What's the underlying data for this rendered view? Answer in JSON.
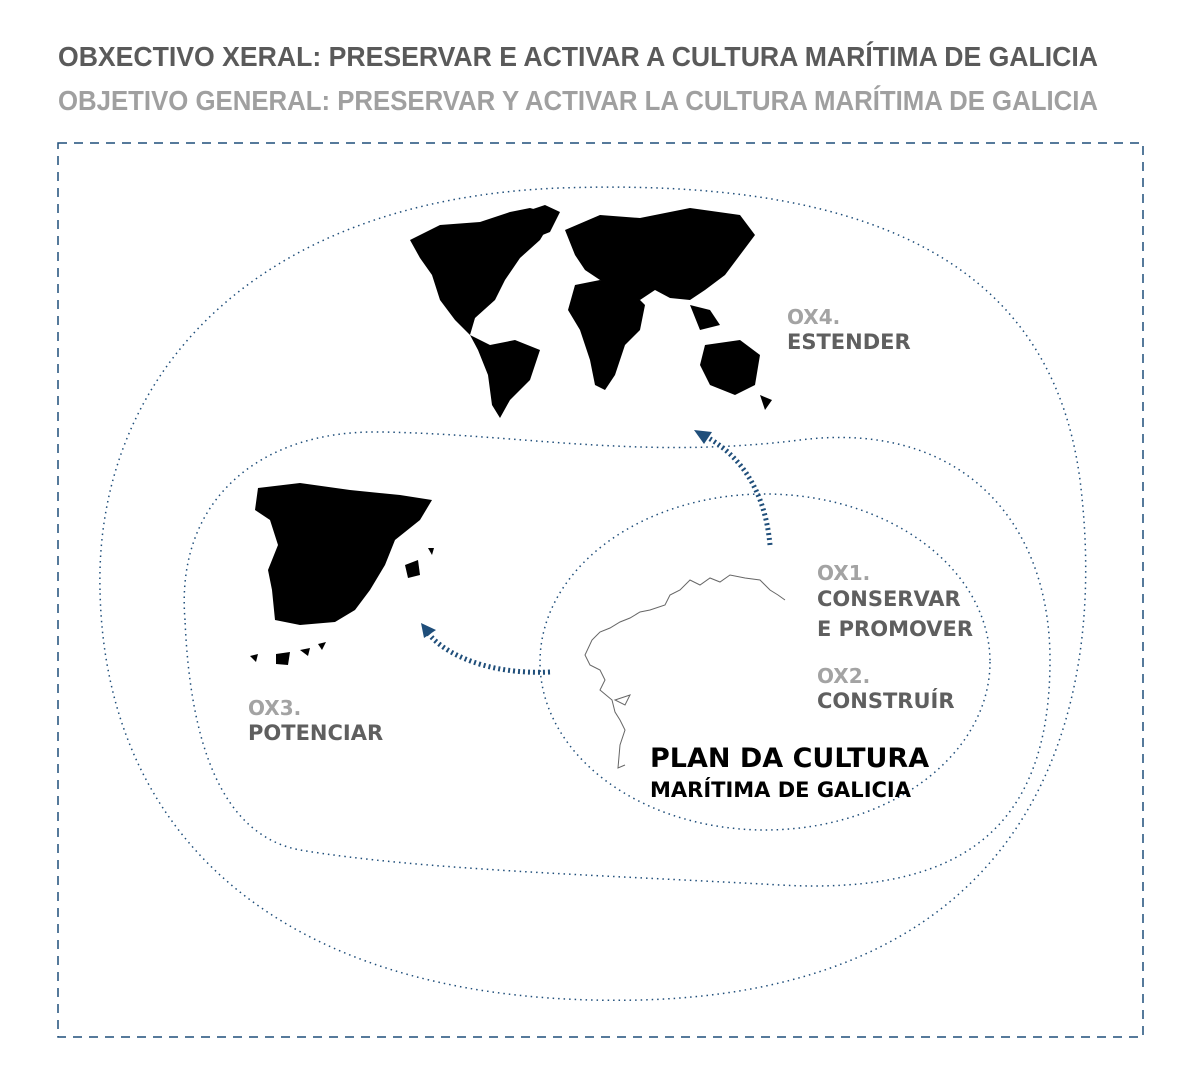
{
  "title": {
    "galician": "OBXECTIVO XERAL: PRESERVAR E ACTIVAR A CULTURA MARÍTIMA DE GALICIA",
    "spanish": "OBJETIVO GENERAL: PRESERVAR Y ACTIVAR LA CULTURA MARÍTIMA DE GALICIA"
  },
  "objectives": {
    "ox1": {
      "code": "OX1.",
      "line1": "CONSERVAR",
      "line2": "E PROMOVER"
    },
    "ox2": {
      "code": "OX2.",
      "line1": "CONSTRUÍR"
    },
    "ox3": {
      "code": "OX3.",
      "line1": "POTENCIAR"
    },
    "ox4": {
      "code": "OX4.",
      "line1": "ESTENDER"
    }
  },
  "center": {
    "line1": "PLAN DA CULTURA",
    "line2": "MARÍTIMA DE GALICIA"
  },
  "colors": {
    "accent": "#1f4e7a",
    "dark_text": "#5a5a5a",
    "light_text": "#a0a0a0"
  }
}
